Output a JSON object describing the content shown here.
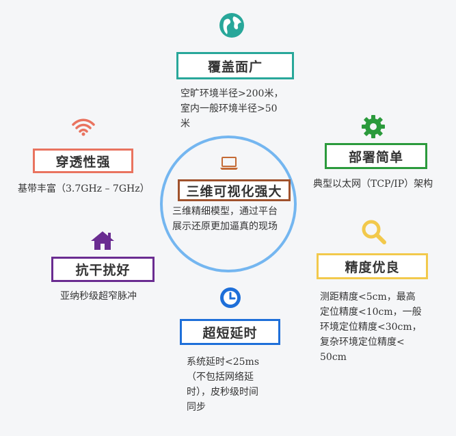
{
  "center": {
    "title": "三维可视化强大",
    "desc": "三维精细模型，通过平台\n展示还原更加逼真的现场",
    "icon": "laptop-icon",
    "color": "#a0522d"
  },
  "features": [
    {
      "title": "覆盖面广",
      "desc": "空旷环境半径>200米，\n室内一般环境半径>50\n米",
      "icon": "globe-icon",
      "color": "#28a79a"
    },
    {
      "title": "部署简单",
      "desc": "典型以太网（TCP/IP）架构",
      "icon": "gear-icon",
      "color": "#2b9a3c"
    },
    {
      "title": "精度优良",
      "desc": "测距精度<5cm，最高\n定位精度<10cm，一般\n环境定位精度<30cm，\n复杂环境定位精度<\n50cm",
      "icon": "search-icon",
      "color": "#f2c94c"
    },
    {
      "title": "超短延时",
      "desc": "系统延时<25ms\n（不包括网络延\n时），皮秒级时间\n同步",
      "icon": "clock-icon",
      "color": "#1e6fd9"
    },
    {
      "title": "抗干扰好",
      "desc": "亚纳秒级超窄脉冲",
      "icon": "home-icon",
      "color": "#6a2c91"
    },
    {
      "title": "穿透性强",
      "desc": "基带丰富（3.7GHz – 7GHz）",
      "icon": "wifi-icon",
      "color": "#e9735f"
    }
  ]
}
